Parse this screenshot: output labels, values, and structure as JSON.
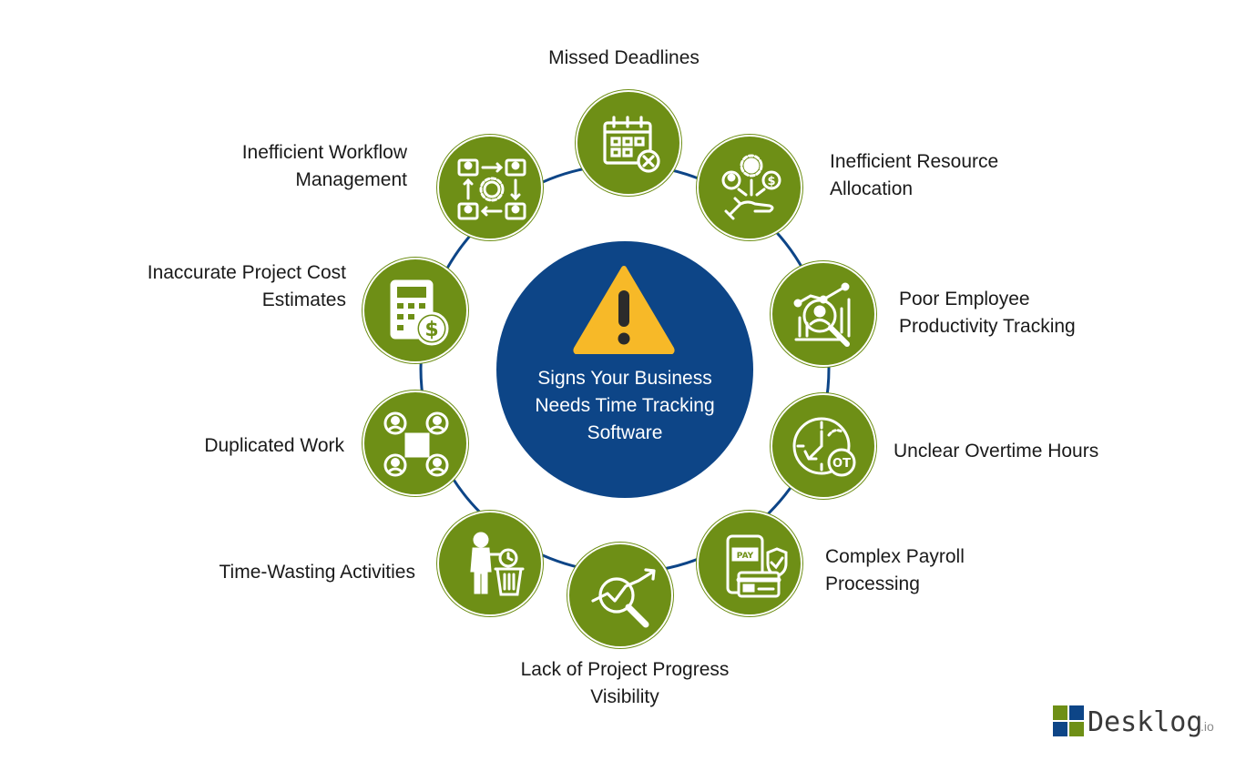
{
  "center": {
    "title_lines": [
      "Signs Your Business",
      "Needs Time Tracking",
      "Software"
    ],
    "icon": "warning-icon"
  },
  "items": [
    {
      "lines": [
        "Missed Deadlines"
      ],
      "icon": "calendar-x-icon"
    },
    {
      "lines": [
        "Inefficient Resource",
        "Allocation"
      ],
      "icon": "resource-allocation-icon"
    },
    {
      "lines": [
        "Poor Employee",
        "Productivity Tracking"
      ],
      "icon": "productivity-analysis-icon"
    },
    {
      "lines": [
        "Unclear Overtime Hours"
      ],
      "icon": "overtime-clock-icon"
    },
    {
      "lines": [
        "Complex Payroll",
        "Processing"
      ],
      "icon": "payroll-phone-icon"
    },
    {
      "lines": [
        "Lack of Project Progress",
        "Visibility"
      ],
      "icon": "progress-search-icon"
    },
    {
      "lines": [
        "Time-Wasting Activities"
      ],
      "icon": "time-waste-icon"
    },
    {
      "lines": [
        "Duplicated Work"
      ],
      "icon": "duplicate-team-icon"
    },
    {
      "lines": [
        "Inaccurate Project Cost",
        "Estimates"
      ],
      "icon": "cost-calculator-icon"
    },
    {
      "lines": [
        "Inefficient Workflow",
        "Management"
      ],
      "icon": "workflow-cycle-icon"
    }
  ],
  "brand": {
    "name": "Desklog",
    "suffix": ".io",
    "icon": "desklog-logo-icon"
  },
  "colors": {
    "ring": "#0d4587",
    "node": "#6e8f16",
    "hub": "#0d4587",
    "warning": "#f7b928"
  }
}
